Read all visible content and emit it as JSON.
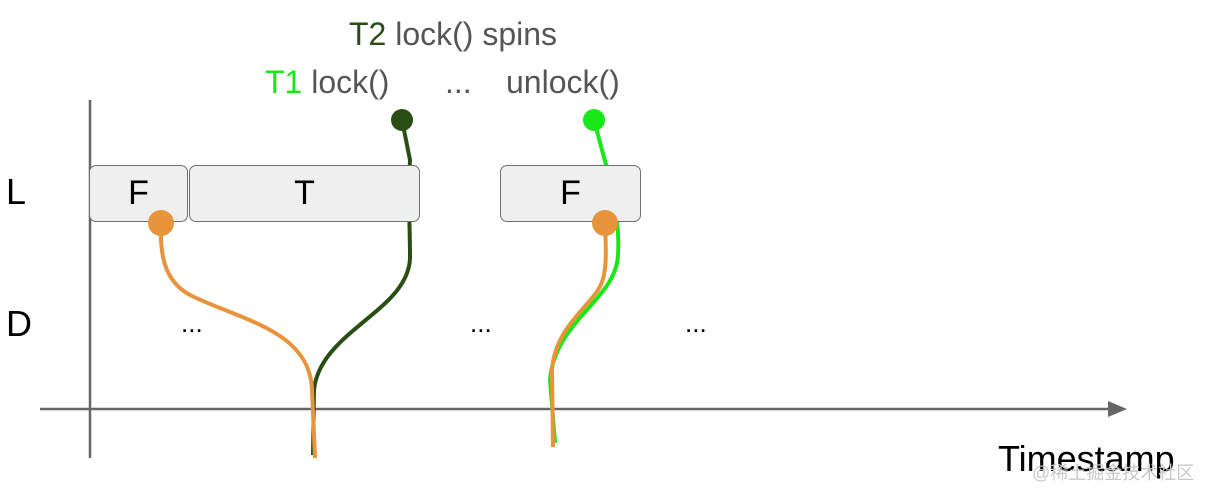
{
  "titles": {
    "t2_name": "T2",
    "t2_action": "lock() spins",
    "t1_name": "T1",
    "t1_lock": "lock()",
    "t1_gap": "...",
    "t1_unlock": "unlock()"
  },
  "rows": {
    "lock_row": "L",
    "data_row": "D"
  },
  "states": [
    "F",
    "T",
    "F"
  ],
  "gaps": [
    "...",
    "...",
    "..."
  ],
  "axis": {
    "xlabel": "Timestamp"
  },
  "watermark": "@稀土掘金技术社区",
  "colors": {
    "t1": "#18e818",
    "t2": "#2a4d14",
    "data_line": "#e8943a",
    "axis": "#666666",
    "box_fill": "#efefef"
  }
}
